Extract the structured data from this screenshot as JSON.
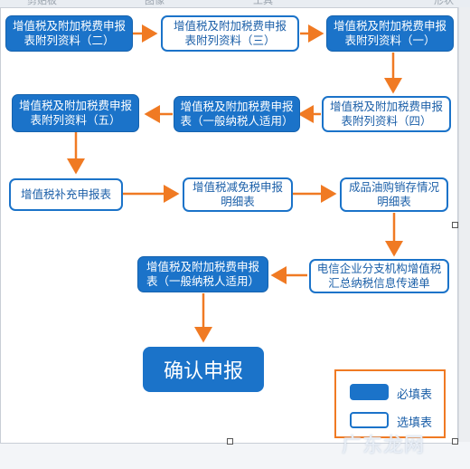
{
  "toolbar": {
    "items": [
      "剪贴板",
      "图像",
      "工具",
      "形状"
    ]
  },
  "nodes": {
    "n1": "增值税及附加税费申报表附列资料（二）",
    "n2": "增值税及附加税费申报表附列资料（三）",
    "n3": "增值税及附加税费申报表附列资料（一）",
    "n4": "增值税及附加税费申报表附列资料（四）",
    "n5": "增值税及附加税费申报表（一般纳税人适用）",
    "n6": "增值税及附加税费申报表附列资料（五）",
    "n7": "增值税补充申报表",
    "n8": "增值税减免税申报明细表",
    "n9": "成品油购销存情况明细表",
    "n10": "电信企业分支机构增值税汇总纳税信息传递单",
    "n11": "增值税及附加税费申报表（一般纳税人适用）",
    "confirm": "确认申报"
  },
  "legend": {
    "required": "必填表",
    "optional": "选填表"
  },
  "colors": {
    "primary": "#1b73c9",
    "arrow": "#f07a23"
  },
  "watermark": "广东龙网"
}
